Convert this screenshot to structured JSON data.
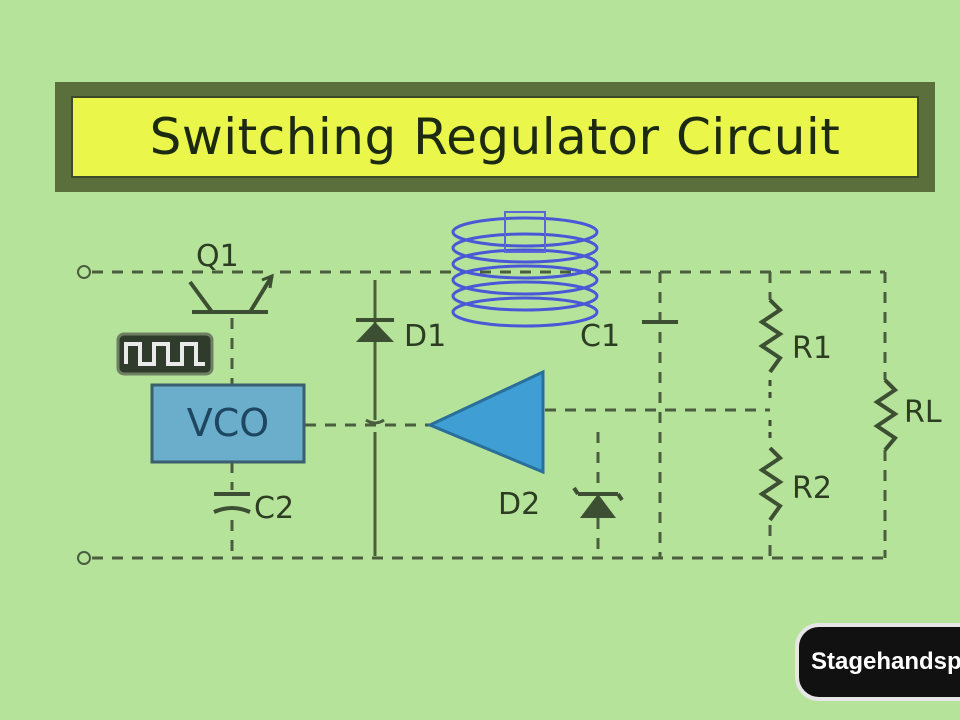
{
  "title": "Switching Regulator Circuit",
  "labels": {
    "q1": "Q1",
    "d1": "D1",
    "c1": "C1",
    "r1": "R1",
    "rl": "RL",
    "vco": "VCO",
    "r2": "R2",
    "d2": "D2",
    "c2": "C2"
  },
  "watermark": "Stagehandspa",
  "colors": {
    "background": "#b6e39a",
    "title_fill": "#eaf64a",
    "title_frame": "#5a6f3c",
    "wire": "#4a5d3e",
    "vco_fill": "#6aaecb",
    "amp_fill": "#3f9ed3",
    "coil": "#4a58d8"
  },
  "icons": [
    "pulse-waveform-icon",
    "npn-transistor-icon",
    "diode-icon",
    "zener-diode-icon",
    "inductor-coil-icon",
    "capacitor-icon",
    "resistor-icon",
    "op-amp-icon"
  ]
}
